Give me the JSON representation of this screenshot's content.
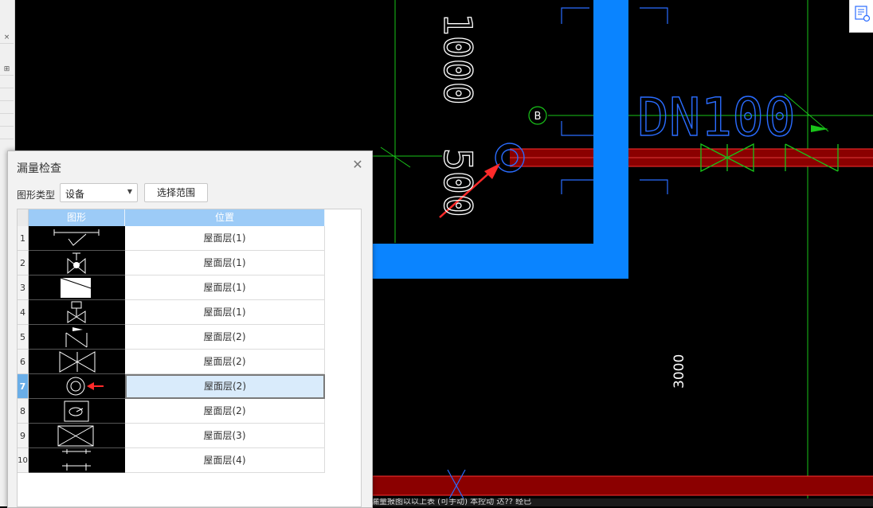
{
  "cad": {
    "dim_vertical_1": "1000",
    "dim_vertical_2": "500",
    "dim_3000": "3000",
    "pipe_label": "DN100",
    "axis_label": "B",
    "status_text": "漏量报图以以上表 (可手动) 本控动 达?? 经已"
  },
  "dialog": {
    "title": "漏量检查",
    "type_label": "图形类型",
    "type_value": "设备",
    "range_button": "选择范围",
    "columns": [
      "图形",
      "位置"
    ],
    "rows": [
      {
        "num": "1",
        "icon": "valve-check-icon",
        "location": "屋面层(1)"
      },
      {
        "num": "2",
        "icon": "ball-valve-icon",
        "location": "屋面层(1)"
      },
      {
        "num": "3",
        "icon": "reducer-icon",
        "location": "屋面层(1)"
      },
      {
        "num": "4",
        "icon": "motorized-valve-icon",
        "location": "屋面层(1)"
      },
      {
        "num": "5",
        "icon": "check-valve-icon",
        "location": "屋面层(2)"
      },
      {
        "num": "6",
        "icon": "gate-valve-icon",
        "location": "屋面层(2)"
      },
      {
        "num": "7",
        "icon": "double-circle-icon",
        "location": "屋面层(2)",
        "selected": true
      },
      {
        "num": "8",
        "icon": "meter-box-icon",
        "location": "屋面层(2)"
      },
      {
        "num": "9",
        "icon": "butterfly-valve-icon",
        "location": "屋面层(3)"
      },
      {
        "num": "10",
        "icon": "flange-icon",
        "location": "屋面层(4)"
      }
    ]
  },
  "colors": {
    "cad_background": "#000000",
    "pipe_blue": "#0a84ff",
    "pipe_red": "#8b0000",
    "grid_green": "#19c419",
    "header_blue": "#9ccbf7",
    "annotation_red": "#ff2a2a"
  }
}
